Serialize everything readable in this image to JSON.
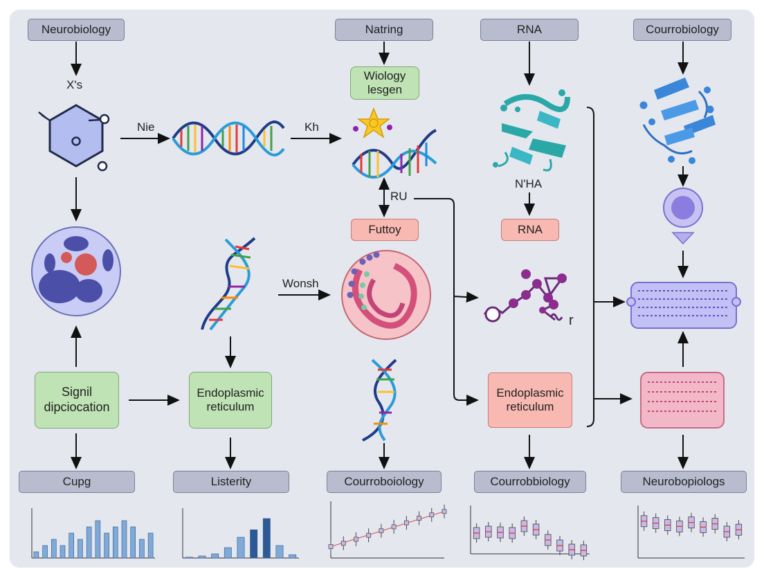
{
  "header_labels": {
    "neurobiology": "Neurobiology",
    "natring": "Natring",
    "rna": "RNA",
    "courrobiology": "Courrobiology"
  },
  "green_boxes": {
    "wiology": "Wiology\nlesgen",
    "signal": "Signil\ndipciocation",
    "endoplasmic": "Endoplasmic\nreticulum"
  },
  "pink_boxes": {
    "futtoy": "Futtoy",
    "rna": "RNA",
    "endoplasmic": "Endoplasmic\nreticulum"
  },
  "arrow_labels": {
    "xs": "X's",
    "nie": "Nie",
    "kh": "Kh",
    "ru": "RU",
    "nha": "N'HA",
    "wonsh": "Wonsh",
    "r_mark": "r"
  },
  "bottom_labels": [
    "Cupg",
    "Listerity",
    "Courroboiology",
    "Courrobbiology",
    "Neurobopiologs"
  ],
  "colors": {
    "panel": "#e4e7ee",
    "header": "#b9bccf",
    "green": "#bfe3b4",
    "pink": "#f8b9b2",
    "bar_blue": "#7fa9d6",
    "bar_dark": "#2d5a94",
    "trend_red": "#e06060"
  },
  "icons": [
    "hexagon-molecule-icon",
    "dna-helix-icon",
    "cell-nucleus-icon",
    "protein-ribbon-icon",
    "mitochondrion-icon",
    "molecule-chain-icon",
    "vesicle-icon",
    "membrane-channel-icon",
    "star-protein-icon"
  ],
  "chart_data": [
    {
      "type": "bar",
      "values": [
        1,
        2,
        3,
        2,
        4,
        3,
        5,
        6,
        4,
        5,
        6,
        5,
        3,
        4
      ],
      "ylim": [
        0,
        8
      ]
    },
    {
      "type": "bar",
      "values": [
        0.2,
        0.5,
        1.0,
        2.5,
        5.0,
        6.8,
        9.5,
        3.0,
        0.8
      ],
      "ylim": [
        0,
        12
      ]
    },
    {
      "type": "line",
      "x": [
        0,
        1,
        2,
        3,
        4,
        5,
        6,
        7,
        8,
        9
      ],
      "y": [
        2.0,
        2.6,
        3.3,
        4.0,
        4.8,
        5.5,
        6.2,
        7.0,
        7.6,
        8.2
      ],
      "ylim": [
        0,
        10
      ]
    },
    {
      "type": "box",
      "values": [
        3,
        3.2,
        3.1,
        3.0,
        4,
        3.5,
        2.0,
        1.2,
        0.6,
        0.5
      ],
      "ylim": [
        0,
        7
      ]
    },
    {
      "type": "box",
      "values": [
        5.6,
        5.3,
        5.0,
        4.8,
        5.4,
        4.7,
        5.2,
        4.0,
        4.3
      ],
      "ylim": [
        0,
        8
      ]
    }
  ]
}
